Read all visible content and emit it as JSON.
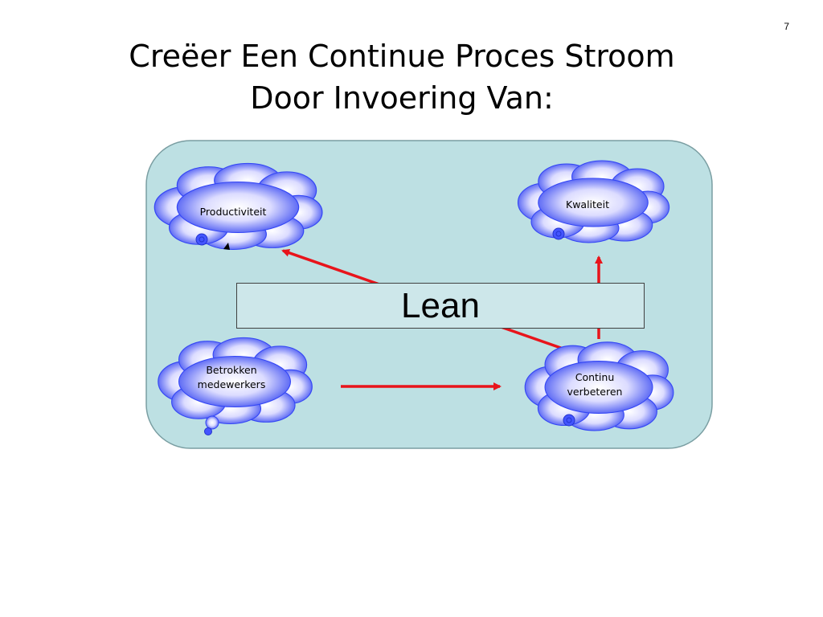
{
  "slide": {
    "page_number": "7",
    "title_line1": "Creëer Een Continue Proces Stroom",
    "title_line2": "Door Invoering Van:"
  },
  "diagram": {
    "center_label": "Lean",
    "nodes": [
      {
        "id": "productiviteit",
        "label": "Productiviteit"
      },
      {
        "id": "kwaliteit",
        "label": "Kwaliteit"
      },
      {
        "id": "betrokken",
        "label_line1": "Betrokken",
        "label_line2": "medewerkers"
      },
      {
        "id": "continu",
        "label_line1": "Continu",
        "label_line2": "verbeteren"
      }
    ],
    "colors": {
      "panel_fill": "#bde0e3",
      "panel_border": "#7a9ea2",
      "arrow": "#e8141b",
      "cloud_edge": "#2a3cf0",
      "cloud_center": "#ffffff"
    }
  }
}
